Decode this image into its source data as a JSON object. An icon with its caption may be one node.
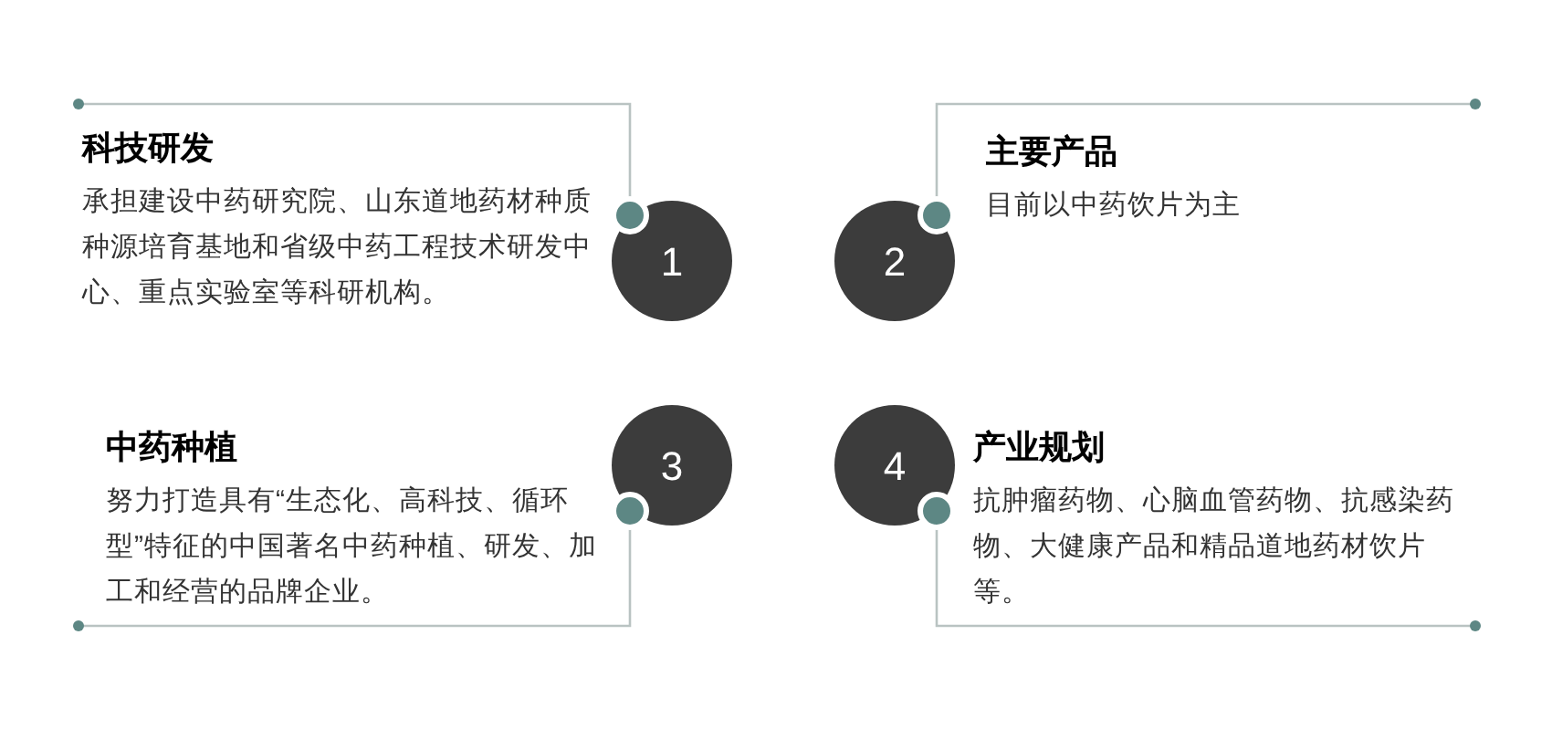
{
  "diagram": {
    "nodes": [
      {
        "text": [
          "科技研发",
          "承担建设中药研究院、山东道地药材种质种源培育基地和省级中药工程技术研发中心、重点实验室等科研机构。"
        ]
      },
      {
        "text": [
          "1"
        ]
      },
      {
        "text": [
          "2"
        ]
      },
      {
        "text": [
          "主要产品",
          "目前以中药饮片为主"
        ]
      },
      {
        "text": [
          "中药种植",
          "努力打造具有“生态化、高科技、循环型”特征的中国著名中药种植、研发、加工和经营的品牌企业。"
        ]
      },
      {
        "text": [
          "3"
        ]
      },
      {
        "text": [
          "4"
        ]
      },
      {
        "text": [
          "产业规划",
          "抗肿瘤药物、心脑血管药物、抗感染药物、大健康产品和精品道地药材饮片等。"
        ]
      }
    ]
  }
}
